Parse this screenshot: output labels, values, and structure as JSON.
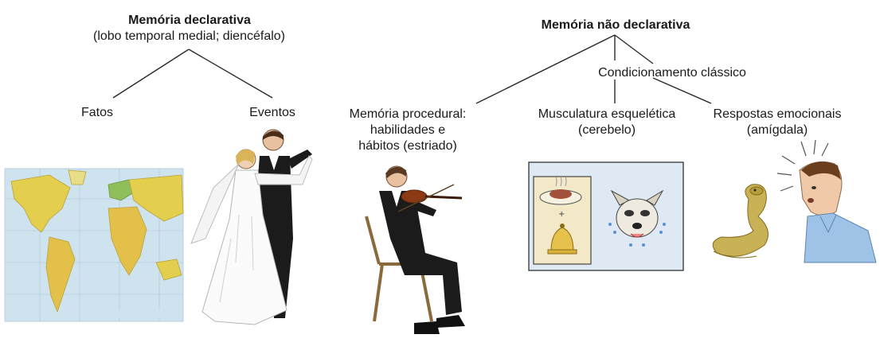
{
  "declarative": {
    "title": "Memória declarativa",
    "subtitle": "(lobo temporal medial; diencéfalo)",
    "facts": "Fatos",
    "events": "Eventos"
  },
  "nondeclarative": {
    "title": "Memória não declarativa",
    "classical": "Condicionamento clássico",
    "procedural": [
      "Memória procedural:",
      "habilidades e",
      "hábitos (estriado)"
    ],
    "skeletal": [
      "Musculatura esquelética",
      "(cerebelo)"
    ],
    "emotional": [
      "Respostas emocionais",
      "(amígdala)"
    ]
  },
  "images": {
    "map": "world-map-illustration",
    "dancers": "dancing-couple-illustration",
    "violinist": "violinist-illustration",
    "conditioning": "pavlov-dog-bell-illustration",
    "snake": "cobra-illustration",
    "man": "startled-man-illustration"
  },
  "colors": {
    "line": "#2a2a2a",
    "panel_bg": "#dfe9f3",
    "ocean": "#cfe3ee",
    "land": "#e3cf4d"
  }
}
